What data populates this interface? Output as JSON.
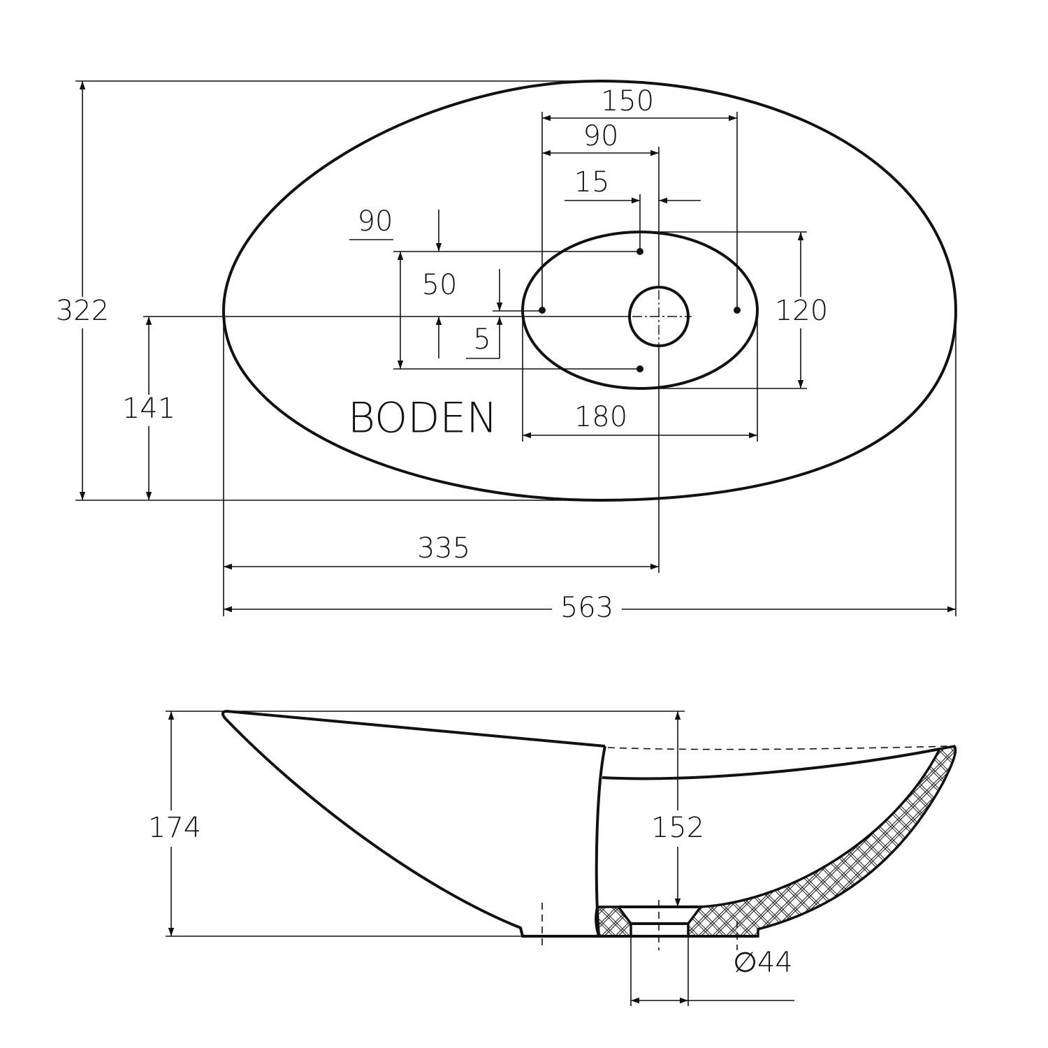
{
  "top_view": {
    "label": "BODEN",
    "dims": {
      "total_depth": "322",
      "center_offset_y": "141",
      "center_offset_x": "335",
      "total_width": "563",
      "tap_spacing": "150",
      "tap_to_drain_x": "90",
      "hole_offset": "15",
      "tap_offset_y": "90",
      "tap_spacing_y": "50",
      "drain_offset_y": "5",
      "basin_depth": "120",
      "basin_width": "180"
    }
  },
  "side_view": {
    "dims": {
      "total_height": "174",
      "basin_height": "152",
      "drain_diameter": "∅44"
    }
  }
}
